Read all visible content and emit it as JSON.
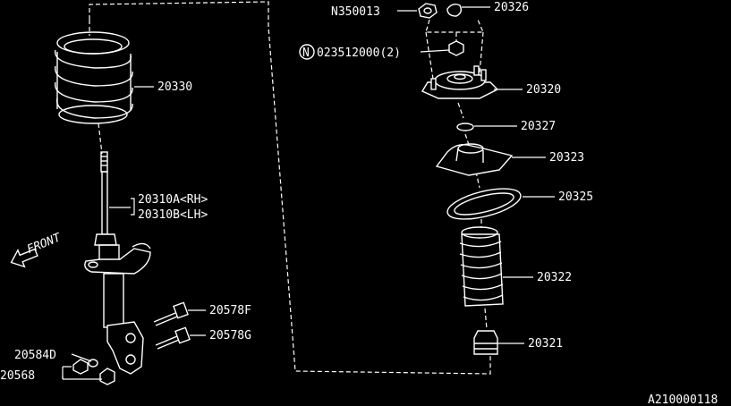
{
  "parts": {
    "p20326": "20326",
    "pN350013": "N350013",
    "p023512000": "023512000(2)",
    "pN_symbol": "N",
    "p20320": "20320",
    "p20327": "20327",
    "p20323": "20323",
    "p20325": "20325",
    "p20322": "20322",
    "p20321": "20321",
    "p20330": "20330",
    "p20310A": "20310A<RH>",
    "p20310B": "20310B<LH>",
    "p20578F": "20578F",
    "p20578G": "20578G",
    "p20584D": "20584D",
    "p20568": "20568"
  },
  "front_label": "FRONT",
  "diagram_id": "A210000118",
  "colors": {
    "background": "#000000",
    "line": "#ffffff"
  }
}
